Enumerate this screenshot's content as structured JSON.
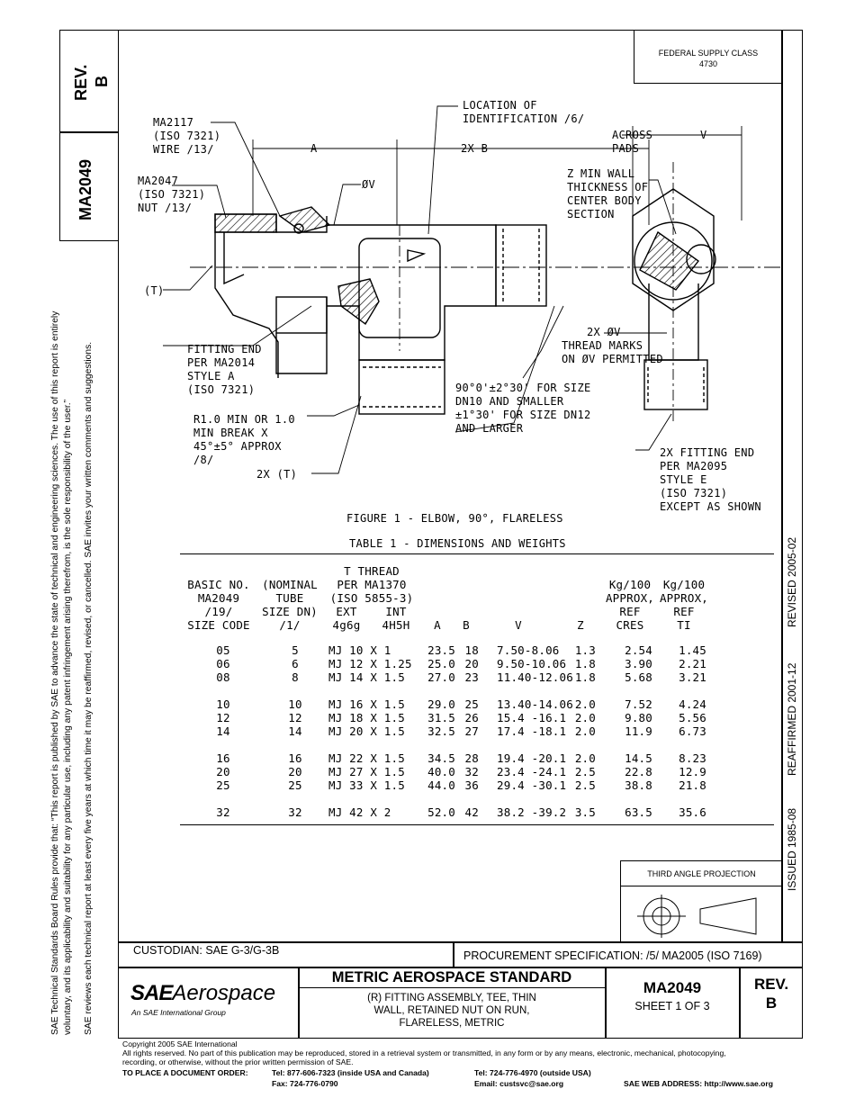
{
  "left_margin": {
    "rev_label": "REV.",
    "rev_value": "B",
    "doc_number": "MA2049",
    "notice_line1": "SAE Technical Standards Board Rules provide that: “This report is published by SAE to advance the state of technical and engineering sciences. The use of this report is entirely",
    "notice_line2": "voluntary, and its applicability and suitability for any particular use, including any patent infringement arising therefrom, is the sole responsibility of the user.”",
    "notice_line3": "SAE reviews each technical report at least every five years at which time it may be reaffirmed, revised, or cancelled. SAE invites your written comments and suggestions."
  },
  "header": {
    "supply_class_label": "FEDERAL SUPPLY CLASS",
    "supply_class_value": "4730"
  },
  "right_margin": {
    "revised": "REVISED 2005-02",
    "reaffirmed": "REAFFIRMED 2001-12",
    "issued": "ISSUED 1985-08"
  },
  "drawing": {
    "callouts": {
      "ma2117": "MA2117\n(ISO 7321)\nWIRE /13/",
      "ma2047": "MA2047\n(ISO 7321)\nNUT /13/",
      "t": "(T)",
      "fitting_end": "FITTING END\nPER MA2014\nSTYLE A\n(ISO 7321)",
      "r1": "R1.0 MIN OR 1.0\nMIN BREAK X\n45°±5° APPROX\n/8/",
      "two_t": "2X (T)",
      "dim_a": "A",
      "dim_2xb": "2X B",
      "dia_v": "ØV",
      "location": "LOCATION OF\nIDENTIFICATION /6/",
      "across_pads": "ACROSS\nPADS",
      "dim_v": "V",
      "z_min": "Z MIN WALL\nTHICKNESS OF\nCENTER BODY\nSECTION",
      "two_dia_v": "2X ØV",
      "thread_marks": "THREAD MARKS\nON ØV PERMITTED",
      "angle": "90°0'±2°30' FOR SIZE\nDN10 AND SMALLER\n±1°30' FOR SIZE DN12\nAND LARGER",
      "fitting_end_2x": "2X FITTING END\nPER MA2095\nSTYLE E\n(ISO 7321)\nEXCEPT AS SHOWN"
    },
    "figure_caption": "FIGURE 1 - ELBOW, 90°, FLARELESS",
    "table_caption": "TABLE 1 - DIMENSIONS AND WEIGHTS"
  },
  "table": {
    "headers": {
      "basic": "BASIC NO.\nMA2049\n/19/\nSIZE CODE",
      "tube": "(NOMINAL\nTUBE\nSIZE DN)\n/1/",
      "thread_group": "T THREAD\nPER MA1370\n(ISO 5855-3)",
      "ext": "EXT\n4g6g",
      "int": "INT\n4H5H",
      "a": "A",
      "b": "B",
      "v": "V",
      "z": "Z",
      "cres": "Kg/100\nAPPROX,\nREF\nCRES",
      "ti": "Kg/100\nAPPROX,\nREF\nTI"
    },
    "rows": [
      [
        "05",
        "5",
        "MJ 10 X 1",
        "23.5",
        "18",
        "7.50-8.06",
        "1.3",
        "2.54",
        "1.45"
      ],
      [
        "06",
        "6",
        "MJ 12 X 1.25",
        "25.0",
        "20",
        "9.50-10.06",
        "1.8",
        "3.90",
        "2.21"
      ],
      [
        "08",
        "8",
        "MJ 14 X 1.5",
        "27.0",
        "23",
        "11.40-12.06",
        "1.8",
        "5.68",
        "3.21"
      ],
      [
        "10",
        "10",
        "MJ 16 X 1.5",
        "29.0",
        "25",
        "13.40-14.06",
        "2.0",
        "7.52",
        "4.24"
      ],
      [
        "12",
        "12",
        "MJ 18 X 1.5",
        "31.5",
        "26",
        "15.4 -16.1",
        "2.0",
        "9.80",
        "5.56"
      ],
      [
        "14",
        "14",
        "MJ 20 X 1.5",
        "32.5",
        "27",
        "17.4 -18.1",
        "2.0",
        "11.9",
        "6.73"
      ],
      [
        "16",
        "16",
        "MJ 22 X 1.5",
        "34.5",
        "28",
        "19.4 -20.1",
        "2.0",
        "14.5",
        "8.23"
      ],
      [
        "20",
        "20",
        "MJ 27 X 1.5",
        "40.0",
        "32",
        "23.4 -24.1",
        "2.5",
        "22.8",
        "12.9"
      ],
      [
        "25",
        "25",
        "MJ 33 X 1.5",
        "44.0",
        "36",
        "29.4 -30.1",
        "2.5",
        "38.8",
        "21.8"
      ],
      [
        "32",
        "32",
        "MJ 42 X 2",
        "52.0",
        "42",
        "38.2 -39.2",
        "3.5",
        "63.5",
        "35.6"
      ]
    ]
  },
  "projection": {
    "label": "THIRD ANGLE PROJECTION"
  },
  "title_block": {
    "custodian": "CUSTODIAN: SAE G-3/G-3B",
    "procurement": "PROCUREMENT SPECIFICATION: /5/ MA2005 (ISO 7169)",
    "logo_sae": "SAE",
    "logo_aero": "Aerospace",
    "logo_sub": "An SAE International Group",
    "standard_title": "METRIC AEROSPACE STANDARD",
    "description": "(R) FITTING ASSEMBLY, TEE, THIN\nWALL, RETAINED NUT ON RUN,\nFLARELESS, METRIC",
    "doc_number": "MA2049",
    "sheet": "SHEET 1 OF 3",
    "rev_label": "REV.",
    "rev_value": "B"
  },
  "footer": {
    "copyright": "Copyright 2005 SAE International",
    "rights1": "All rights reserved. No part of this publication may be reproduced, stored in a retrieval system or transmitted, in any form or by any means, electronic, mechanical, photocopying,",
    "rights2": "recording, or otherwise, without the prior written permission of SAE.",
    "order_label": "TO PLACE A DOCUMENT ORDER:",
    "tel_usa": "Tel: 877-606-7323 (inside USA and Canada)",
    "fax": "Fax: 724-776-0790",
    "tel_out": "Tel: 724-776-4970 (outside USA)",
    "email": "Email:  custsvc@sae.org",
    "web": "SAE WEB ADDRESS: http://www.sae.org"
  }
}
